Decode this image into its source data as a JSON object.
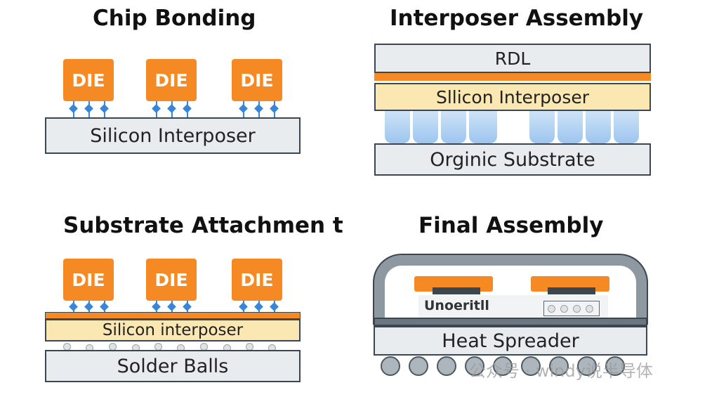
{
  "panels": {
    "chip_bonding": {
      "title": "Chip Bonding",
      "die_label": "DIE",
      "base_label": "Silicon Interposer"
    },
    "interposer_assembly": {
      "title": "Interposer Assembly",
      "rdl_label": "RDL",
      "interposer_label": "Sllicon Interposer",
      "substrate_label": "Orginic Substrate"
    },
    "substrate_attachment": {
      "title": "Substrate Attachmen t",
      "die_label": "DIE",
      "interposer_label": "Silicon interposer",
      "balls_label": "Solder Balls"
    },
    "final_assembly": {
      "title": "Final Assembly",
      "underfill_label": "Unoeritll",
      "spreader_label": "Heat Spreader"
    }
  },
  "watermark": "公众号 · windy说半导体",
  "colors": {
    "die_orange": "#f58a25",
    "bump_blue": "#3a86d6",
    "slab_gray": "#e9ecef",
    "interposer_yellow": "#fbe7b2"
  }
}
